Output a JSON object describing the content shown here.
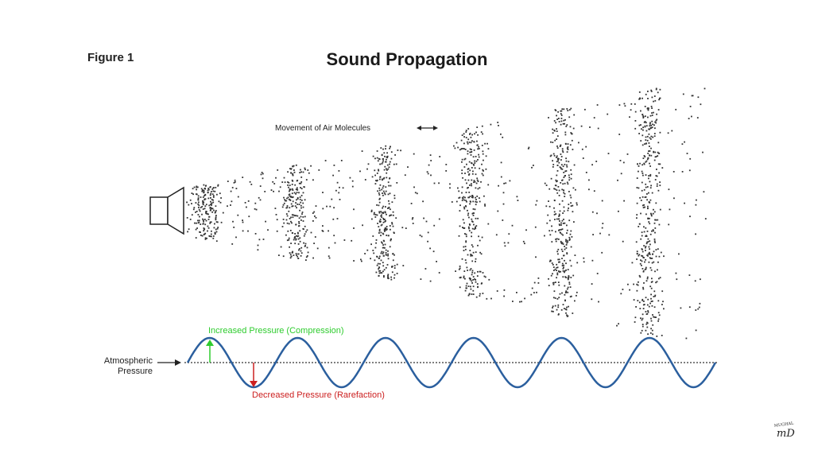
{
  "figure_label": "Figure 1",
  "title": "Sound Propagation",
  "movement_label": "Movement of Air Molecules",
  "wave": {
    "compression_label": "Increased Pressure (Compression)",
    "rarefaction_label": "Decreased Pressure (Rarefaction)",
    "atmospheric_line1": "Atmospheric",
    "atmospheric_line2": "Pressure",
    "cycles": 6
  },
  "colors": {
    "wave": "#2b5f9e",
    "compression": "#2ecc2e",
    "rarefaction": "#cc2020",
    "particles": "#333333"
  },
  "signature": "mD",
  "signature_top": "MUGHAL"
}
